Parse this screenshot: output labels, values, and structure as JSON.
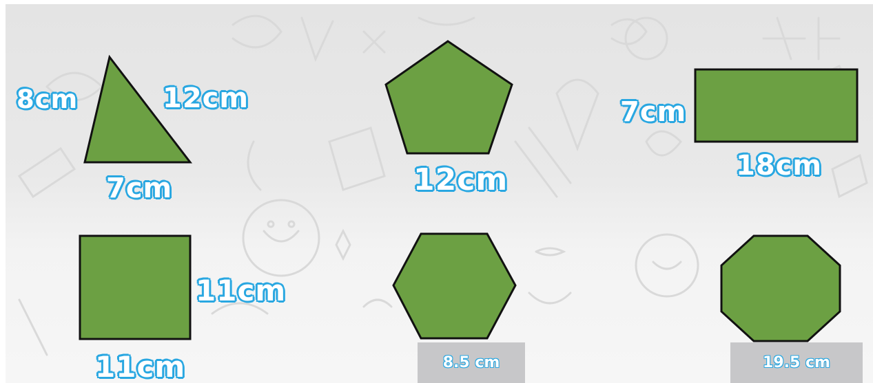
{
  "colors": {
    "shape_fill": "#6ca043",
    "shape_outline": "#111111",
    "label_outline": "#29a7e1",
    "label_fill": "#ffffff",
    "caption_box": "#c7c7c9"
  },
  "shapes": {
    "triangle": {
      "left_side": "8cm",
      "right_side": "12cm",
      "base": "7cm"
    },
    "pentagon": {
      "side": "12cm"
    },
    "rectangle": {
      "height": "7cm",
      "width": "18cm"
    },
    "square": {
      "side_right": "11cm",
      "side_bottom": "11cm"
    },
    "hexagon": {
      "caption": "8.5 cm"
    },
    "octagon": {
      "caption": "19.5 cm"
    }
  }
}
